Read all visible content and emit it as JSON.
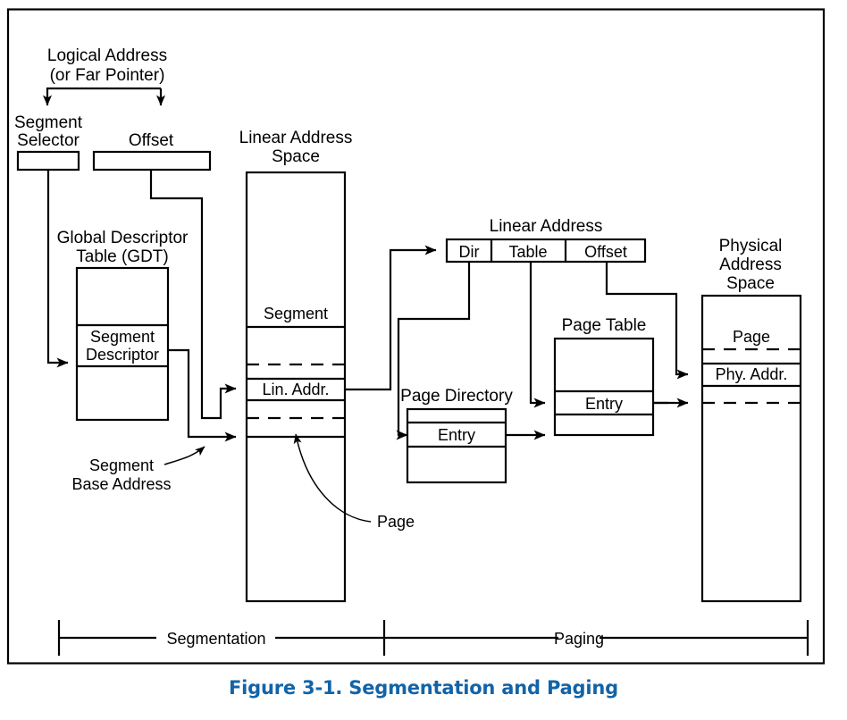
{
  "figure": {
    "caption": "Figure 3-1.  Segmentation and Paging",
    "caption_color": "#1264A8",
    "border_color": "#000000",
    "background": "#ffffff"
  },
  "labels": {
    "logical_address_line1": "Logical Address",
    "logical_address_line2": "(or Far Pointer)",
    "segment_selector_line1": "Segment",
    "segment_selector_line2": "Selector",
    "offset": "Offset",
    "linear_address_space_line1": "Linear Address",
    "linear_address_space_line2": "Space",
    "gdt_line1": "Global Descriptor",
    "gdt_line2": "Table (GDT)",
    "segment_descriptor_line1": "Segment",
    "segment_descriptor_line2": "Descriptor",
    "segment_base_address_line1": "Segment",
    "segment_base_address_line2": "Base Address",
    "segment_cell": "Segment",
    "lin_addr_cell": "Lin. Addr.",
    "page_callout": "Page",
    "linear_address_title": "Linear Address",
    "linear_address_dir": "Dir",
    "linear_address_table": "Table",
    "linear_address_offset": "Offset",
    "page_directory_title": "Page Directory",
    "page_directory_entry": "Entry",
    "page_table_title": "Page Table",
    "page_table_entry": "Entry",
    "physical_address_space_line1": "Physical",
    "physical_address_space_line2": "Address",
    "physical_address_space_line3": "Space",
    "physical_page_cell": "Page",
    "physical_phy_addr_cell": "Phy. Addr.",
    "bracket_segmentation": "Segmentation",
    "bracket_paging": "Paging"
  },
  "icons": {
    "arrowhead": "arrowhead-icon",
    "curved_leader": "curved-leader-icon"
  }
}
